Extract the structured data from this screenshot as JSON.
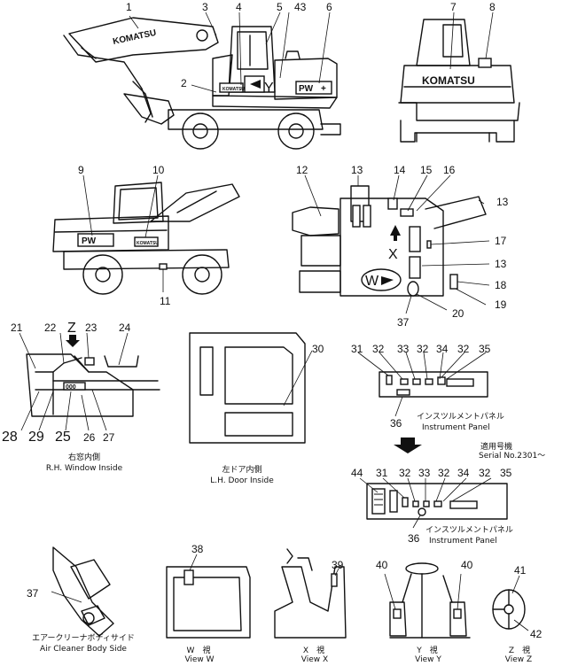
{
  "callouts": [
    "1",
    "2",
    "3",
    "4",
    "5",
    "43",
    "6",
    "7",
    "8",
    "9",
    "10",
    "11",
    "12",
    "13",
    "14",
    "15",
    "16",
    "13",
    "17",
    "13",
    "18",
    "19",
    "20",
    "37",
    "21",
    "22",
    "23",
    "24",
    "28",
    "29",
    "25",
    "26",
    "27",
    "30",
    "31",
    "32",
    "33",
    "32",
    "34",
    "32",
    "35",
    "36",
    "44",
    "31",
    "32",
    "33",
    "32",
    "34",
    "32",
    "35",
    "36",
    "38",
    "39",
    "40",
    "40",
    "41",
    "42",
    "37"
  ],
  "markers": {
    "z": "Z",
    "x": "X",
    "w": "W",
    "y": "Y"
  },
  "decals": {
    "komatsu_boom": "KOMATSU",
    "komatsu_counterweight": "KOMATSU",
    "pw_model": "PW",
    "pw_plus": "+",
    "brand_small": "KOMATSU"
  },
  "captions": {
    "rh_window_jp": "右窓内側",
    "rh_window_en": "R.H. Window Inside",
    "lh_door_jp": "左ドア内側",
    "lh_door_en": "L.H. Door Inside",
    "panel_top_jp": "インスツルメントパネル",
    "panel_top_en": "Instrument Panel",
    "serial_jp": "適用号機",
    "serial_en": "Serial No.2301～",
    "panel_bottom_jp": "インスツルメントパネル",
    "panel_bottom_en": "Instrument Panel",
    "air_cleaner_jp": "エアークリーナボディサイド",
    "air_cleaner_en": "Air Cleaner Body Side",
    "view_w_jp": "W　視",
    "view_w_en": "View W",
    "view_x_jp": "X　視",
    "view_x_en": "View X",
    "view_y_jp": "Y　視",
    "view_y_en": "View Y",
    "view_z_jp": "Z　視",
    "view_z_en": "View Z"
  }
}
